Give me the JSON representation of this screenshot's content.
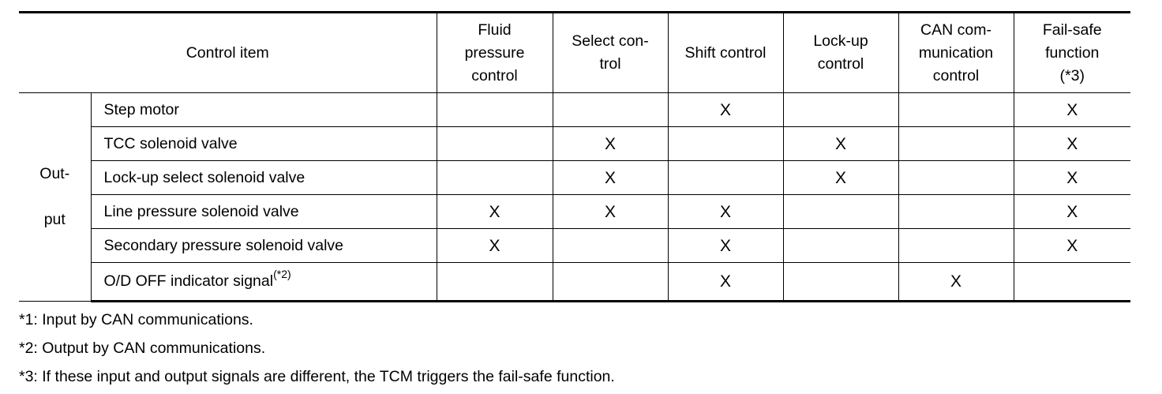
{
  "header": {
    "control_item": "Control item",
    "columns": [
      "Fluid pressure control",
      "Select con-trol",
      "Shift control",
      "Lock-up control",
      "CAN com-munication control",
      "Fail-safe function (*3)"
    ],
    "column_lines": [
      [
        "Fluid",
        "pressure",
        "control"
      ],
      [
        "Select con-",
        "trol"
      ],
      [
        "Shift control"
      ],
      [
        "Lock-up",
        "control"
      ],
      [
        "CAN com-",
        "munication",
        "control"
      ],
      [
        "Fail-safe",
        "function",
        "(*3)"
      ]
    ]
  },
  "group_label": "Out-put",
  "group_label_lines": [
    "Out-",
    "put"
  ],
  "rows": [
    {
      "signal": "Step motor",
      "sup": "",
      "marks": [
        "",
        "",
        "X",
        "",
        "",
        "X"
      ]
    },
    {
      "signal": "TCC solenoid valve",
      "sup": "",
      "marks": [
        "",
        "X",
        "",
        "X",
        "",
        "X"
      ]
    },
    {
      "signal": "Lock-up select solenoid valve",
      "sup": "",
      "marks": [
        "",
        "X",
        "",
        "X",
        "",
        "X"
      ]
    },
    {
      "signal": "Line pressure solenoid valve",
      "sup": "",
      "marks": [
        "X",
        "X",
        "X",
        "",
        "",
        "X"
      ]
    },
    {
      "signal": "Secondary pressure solenoid valve",
      "sup": "",
      "marks": [
        "X",
        "",
        "X",
        "",
        "",
        "X"
      ]
    },
    {
      "signal": "O/D OFF indicator signal",
      "sup": "(*2)",
      "marks": [
        "",
        "",
        "X",
        "",
        "X",
        ""
      ]
    }
  ],
  "notes": [
    "*1: Input by CAN communications.",
    "*2: Output by CAN communications.",
    "*3: If these input and output signals are different, the TCM triggers the fail-safe function."
  ]
}
